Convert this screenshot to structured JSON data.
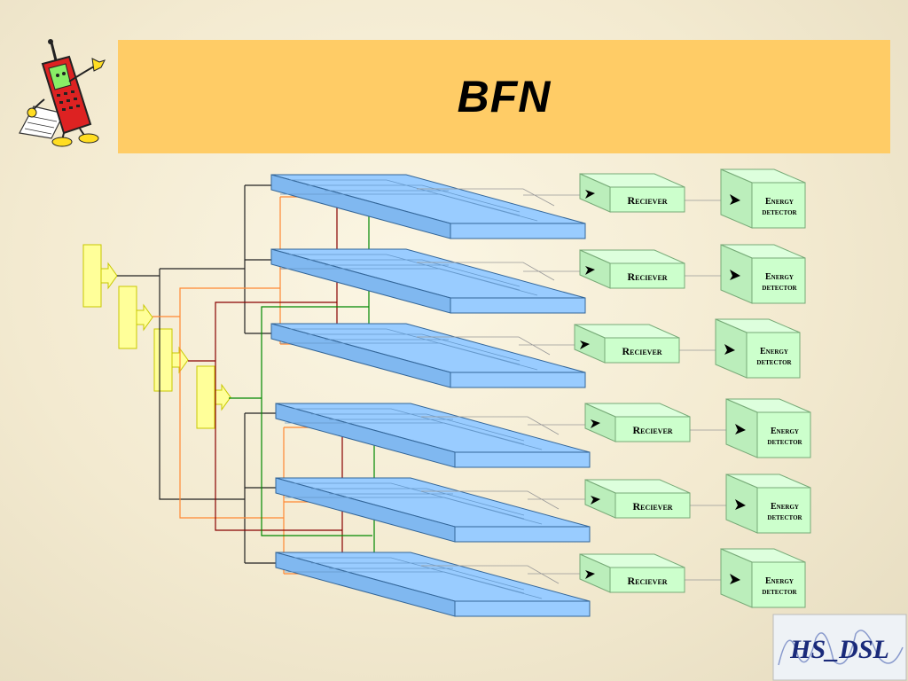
{
  "title": "BFN",
  "receiver_label": "Reciever",
  "detector_label_line1": "Energy",
  "detector_label_line2": "detector",
  "logo_text": "HS_DSL",
  "colors": {
    "title_bg": "#ffcc66",
    "plate": "#99ccff",
    "receiver_box": "#ccffcc",
    "source_box": "#ffff99",
    "line_black": "#000000",
    "line_orange": "#ff8833",
    "line_darkred": "#880000",
    "line_green": "#008800"
  },
  "icons": {
    "mascot": "cartoon-phone-mascot-icon",
    "logo": "hs-dsl-logo"
  }
}
